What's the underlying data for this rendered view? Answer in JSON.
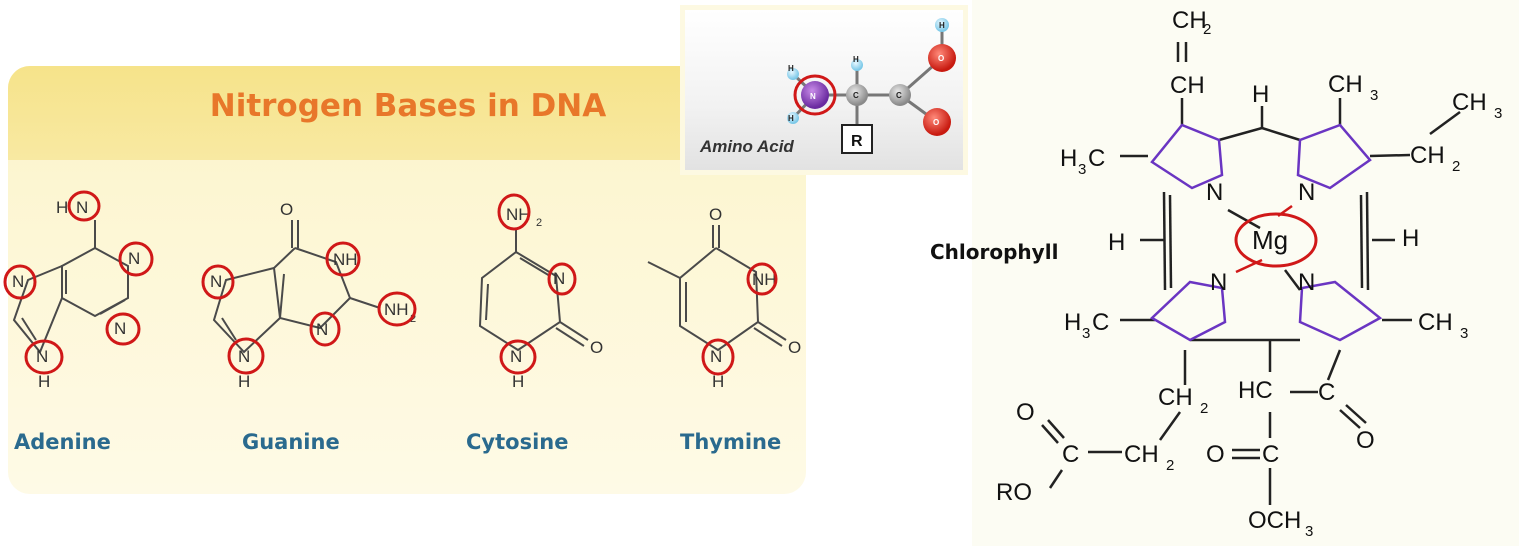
{
  "dna_panel": {
    "title": "Nitrogen Bases in DNA",
    "bases": [
      {
        "name": "Adenine"
      },
      {
        "name": "Guanine"
      },
      {
        "name": "Cytosine"
      },
      {
        "name": "Thymine"
      }
    ],
    "atoms": {
      "n": "N",
      "nh": "NH",
      "h": "H",
      "o": "O",
      "h2": "2"
    }
  },
  "amino_panel": {
    "label": "Amino Acid",
    "r_group": "R",
    "atoms": {
      "n": "N",
      "c": "C",
      "o": "O",
      "h": "H"
    }
  },
  "chlorophyll": {
    "label": "Chlorophyll",
    "center": "Mg",
    "groups": {
      "ch2_top": "CH",
      "ch_top": "CH",
      "h_top": "H",
      "ch3_top": "CH",
      "ch3_right_top": "CH",
      "ch2_right": "CH",
      "h3c_left_top": "H",
      "h_left": "H",
      "h_right": "H",
      "h3c_left_bottom": "H",
      "ch3_right_bottom": "CH",
      "ch2_a": "CH",
      "ch2_b": "CH",
      "hc": "HC",
      "c_right": "C",
      "o_right": "O",
      "o_left": "O",
      "c_left": "C",
      "ro": "RO",
      "o_bottom": "O",
      "c_bottom": "C",
      "och3": "OCH",
      "n": "N"
    },
    "colors": {
      "ring": "#6a35c2",
      "highlight": "#d01818",
      "bond": "#222222"
    }
  }
}
